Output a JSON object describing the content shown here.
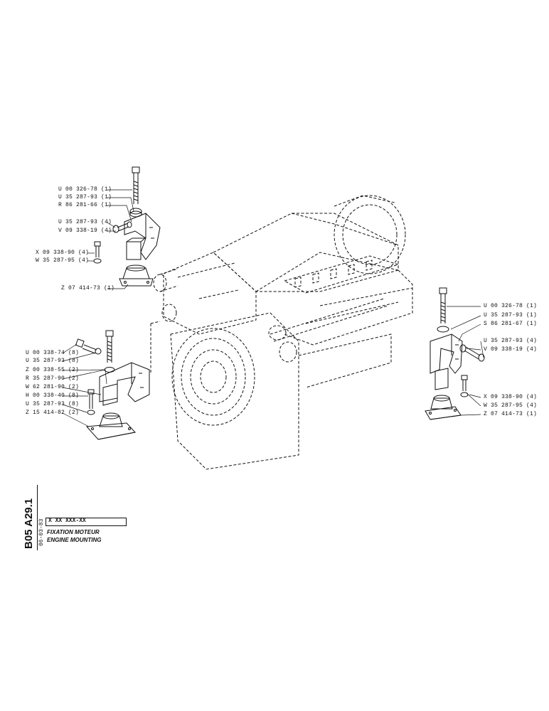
{
  "left_top_group": [
    "U 00 326-78 (1)",
    "U 35 287-93 (1)",
    "R 86 281-66 (1)",
    "U 35 287-93 (4)",
    "V 09 338-19 (4)",
    "X 09 338-90 (4)",
    "W 35 287-95 (4)",
    "Z 07 414-73 (1)"
  ],
  "left_bottom_group": [
    "U 00 338-74 (8)",
    "U 35 287-93 (8)",
    "Z 00 338-55 (2)",
    "R 35 287-90 (2)",
    "W 62 281-90 (2)",
    "H 00 338-40 (8)",
    "U 35 287-93 (8)",
    "Z 15 414-82 (2)"
  ],
  "right_group": [
    "U 00 326-78 (1)",
    "U 35 287-93 (1)",
    "S 86 281-67 (1)",
    "U 35 287-93 (4)",
    "V 09 338-19 (4)",
    "X 09 338-90 (4)",
    "W 35 287-95 (4)",
    "Z 07 414-73 (1)"
  ],
  "title_block": {
    "page_code": "B05 A29.1",
    "date": "06-03-83",
    "part_number": "X XX XXX-XX",
    "title_fr": "FIXATION MOTEUR",
    "title_en": "ENGINE MOUNTING"
  }
}
